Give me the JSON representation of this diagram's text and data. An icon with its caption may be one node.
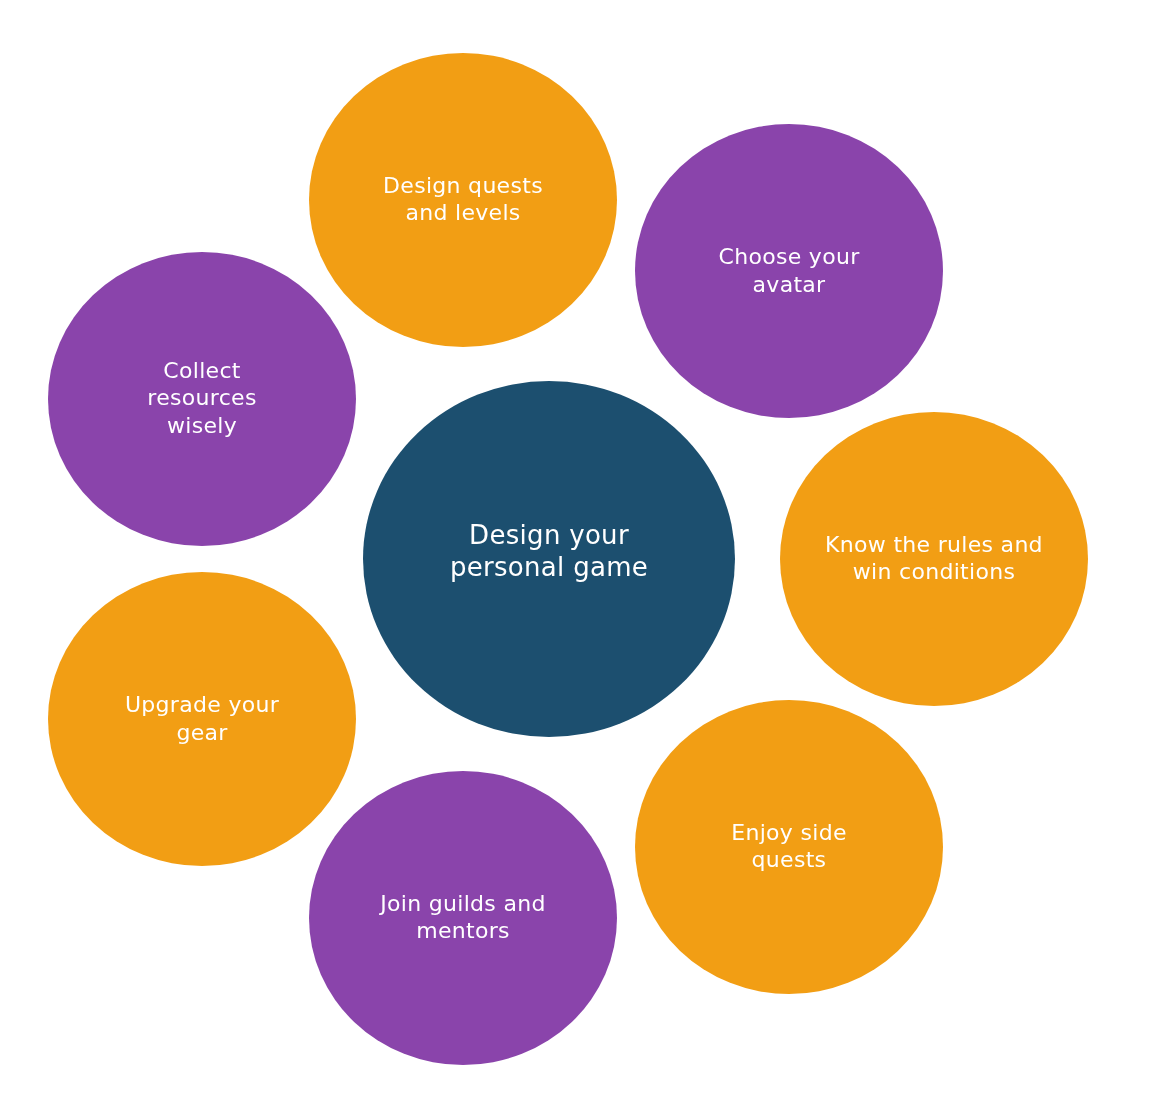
{
  "diagram": {
    "nodes": [
      {
        "text": [
          "Design your personal game"
        ]
      },
      {
        "text": [
          "Design quests and levels"
        ]
      },
      {
        "text": [
          "Choose your avatar"
        ]
      },
      {
        "text": [
          "Know the rules and win conditions"
        ]
      },
      {
        "text": [
          "Enjoy side quests"
        ]
      },
      {
        "text": [
          "Join guilds and mentors"
        ]
      },
      {
        "text": [
          "Upgrade your gear"
        ]
      },
      {
        "text": [
          "Collect resources wisely"
        ]
      }
    ]
  }
}
